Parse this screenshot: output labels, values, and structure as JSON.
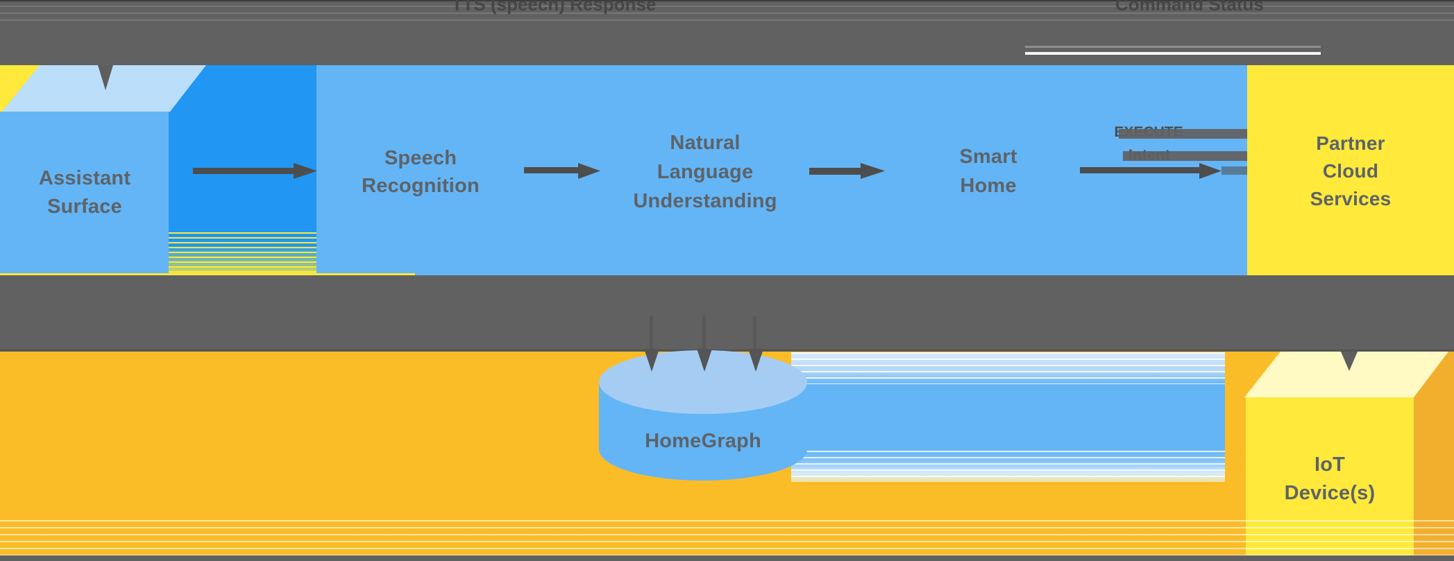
{
  "band_labels": {
    "tts_response": "TTS (speech) Response",
    "command_status": "Command Status"
  },
  "nodes": {
    "assistant_surface": {
      "lines": [
        "Assistant",
        "Surface"
      ]
    },
    "speech_recognition": {
      "lines": [
        "Speech",
        "Recognition"
      ]
    },
    "natural_language_understanding": {
      "lines": [
        "Natural",
        "Language",
        "Understanding"
      ]
    },
    "smart_home": {
      "lines": [
        "Smart",
        "Home"
      ]
    },
    "partner_cloud_services": {
      "lines": [
        "Partner",
        "Cloud",
        "Services"
      ]
    },
    "homegraph": {
      "label": "HomeGraph"
    },
    "iot_devices": {
      "lines": [
        "IoT",
        "Device(s)"
      ]
    }
  },
  "edge_labels": {
    "execute": "EXECUTE",
    "intent": "Intent"
  },
  "colors": {
    "band_gray": "#616161",
    "box_blue": "#64B5F6",
    "cube_side_blue": "#2196F3",
    "cube_top_light_blue": "#BBDEFB",
    "cylinder_top_blue": "#A5CDF4",
    "node_yellow": "#FFE93B",
    "cube_top_cream": "#FFF9C4",
    "background_gold": "#FABD28",
    "label_text": "#5D6368",
    "arrow_gray": "#4D4D4D"
  }
}
